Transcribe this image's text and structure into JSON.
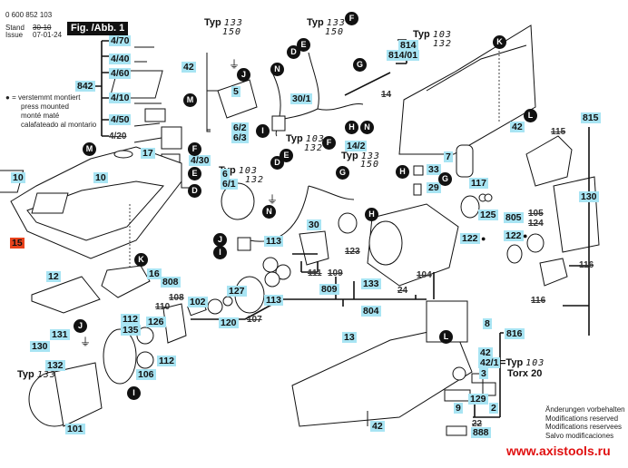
{
  "header": {
    "part_number": "0 600 852 103",
    "stand_label": "Stand",
    "issue_label": "Issue",
    "stand_value_struck": "30-10",
    "issue_date": "07-01-24",
    "figure_title": "Fig. /Abb. 1"
  },
  "legend": {
    "bullet": "●",
    "lines": [
      "= verstemmt montiert",
      "press mounted",
      "monté maté",
      "calafateado al montario"
    ]
  },
  "callouts": {
    "p4_70": "4/70",
    "p4_40": "4/40",
    "p4_60": "4/60",
    "p842": "842",
    "p4_10": "4/10",
    "p4_50": "4/50",
    "p4_20": "4/20",
    "p42_top": "42",
    "p17": "17",
    "p4_30": "4/30",
    "p10a": "10",
    "p10b": "10",
    "p15": "15",
    "p16": "16",
    "p12": "12",
    "p808": "808",
    "p108": "108",
    "p110": "110",
    "p127a": "127",
    "p102": "102",
    "p112a": "112",
    "p126": "126",
    "p135": "135",
    "p112b": "112",
    "p131": "131",
    "p130a": "130",
    "p132": "132",
    "p106": "106",
    "p101": "101",
    "p120": "120",
    "p107": "107",
    "p113a": "113",
    "p113b": "113",
    "p5": "5",
    "p6_2": "6/2",
    "p6_3": "6/3",
    "p30_1": "30/1",
    "p6": "6",
    "p6_1": "6/1",
    "p30": "30",
    "p123": "123",
    "p111": "111",
    "p109": "109",
    "p809": "809",
    "p133": "133",
    "p804": "804",
    "p104": "104",
    "p24": "24",
    "p13": "13",
    "p42_bottom": "42",
    "p14": "14",
    "p14_2": "14/2",
    "p814": "814",
    "p814_01": "814/01",
    "p42_right": "42",
    "p7": "7",
    "p33": "33",
    "p29": "29",
    "p117": "117",
    "p125": "125",
    "p122a": "122",
    "p815": "815",
    "p115": "115",
    "p130b": "130",
    "p805": "805",
    "p105": "105",
    "p124": "124",
    "p122b": "122",
    "p116a": "116",
    "p116b": "116",
    "p8": "8",
    "p816": "816",
    "p42_small": "42",
    "p42_1": "42/1",
    "p3": "3",
    "p129": "129",
    "p2": "2",
    "p9": "9",
    "p22": "22",
    "p888": "888"
  },
  "type_labels": {
    "typ": "Typ",
    "t133": "133",
    "t150": "150",
    "t103": "103",
    "t132": "132",
    "torx": "Torx 20",
    "eq_typ": "=Typ"
  },
  "connectors": {
    "D": "D",
    "E": "E",
    "F": "F",
    "G": "G",
    "H": "H",
    "I": "I",
    "J": "J",
    "K": "K",
    "L": "L",
    "M": "M",
    "N": "N"
  },
  "ground_symbol": "⏚",
  "footer": {
    "notes": [
      "Änderungen vorbehalten",
      "Modifications reserved",
      "Modifications reservees",
      "Salvo modificaciones"
    ],
    "url": "www.axistools.ru"
  },
  "colors": {
    "callout_bg": "#a8e4f3",
    "highlight_bg": "#e8421c",
    "url": "#e01010"
  }
}
